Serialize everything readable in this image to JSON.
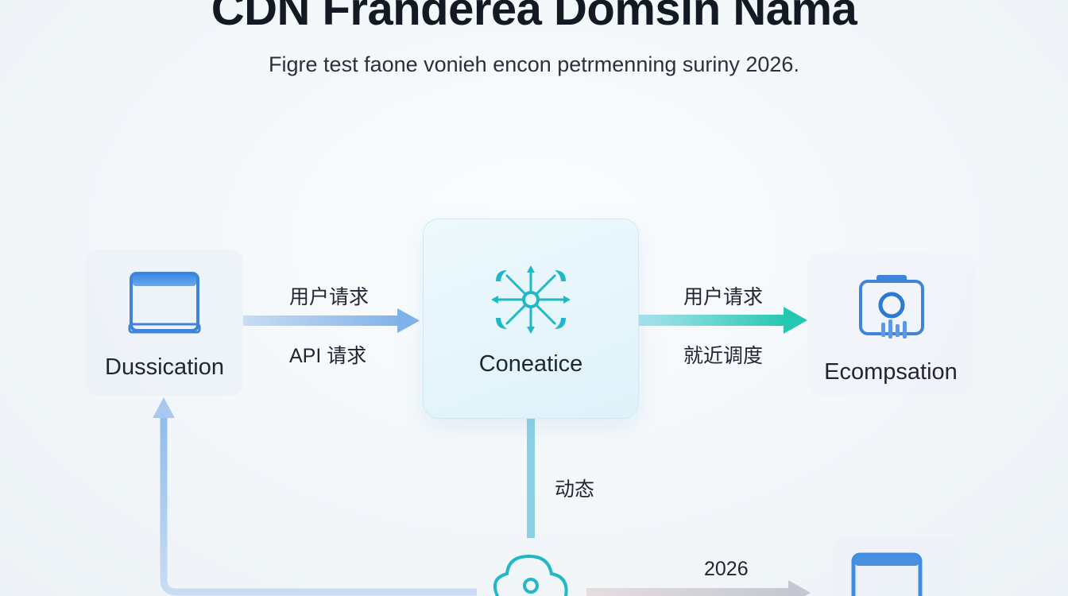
{
  "header": {
    "title": "CDN Franderea Domsin Nama",
    "subtitle": "Figre test faone vonieh encon petrmenning suriny 2026."
  },
  "nodes": {
    "left": {
      "label": "Dussication",
      "icon": "browser-window-icon"
    },
    "center": {
      "label": "Coneatice",
      "icon": "network-hub-icon"
    },
    "right": {
      "label": "Ecompsation",
      "icon": "camera-server-icon"
    },
    "bottom": {
      "icon": "cloud-icon"
    },
    "bottom_right": {
      "icon": "mobile-device-icon"
    }
  },
  "edges": {
    "left_to_center_top": "用户请求",
    "left_to_center_bottom": "API 请求",
    "center_to_right_top": "用户请求",
    "center_to_right_bottom": "就近调度",
    "center_to_bottom": "动态",
    "bottom_to_bottom_right": "2026"
  },
  "colors": {
    "blue_accent": "#4a8fe0",
    "teal_accent": "#2ec8b4",
    "icon_teal": "#1fb8c8"
  }
}
